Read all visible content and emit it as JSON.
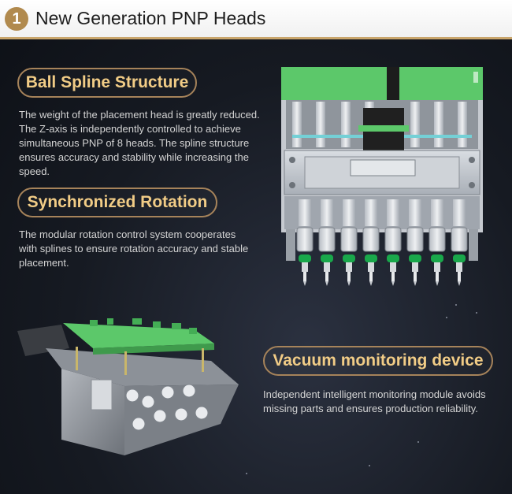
{
  "header": {
    "number": "1",
    "title": "New Generation PNP Heads"
  },
  "sections": {
    "ball_spline": {
      "title": "Ball Spline Structure",
      "lines": [
        "The weight of the placement head is greatly reduced.",
        "The Z-axis is independently controlled to achieve",
        "simultaneous PNP of 8 heads. The spline structure",
        "ensures accuracy and stability while increasing the",
        "speed."
      ]
    },
    "sync_rotation": {
      "title": "Synchronized Rotation",
      "lines": [
        "The modular rotation control system cooperates",
        "with splines to ensure rotation accuracy and stable",
        "placement."
      ]
    },
    "vacuum": {
      "title": "Vacuum monitoring device",
      "lines": [
        "Independent intelligent monitoring module avoids",
        "missing parts and ensures production reliability."
      ]
    }
  },
  "colors": {
    "accent_gold": "#b18a4e",
    "pill_text": "#f1cc86",
    "pcb_green": "#5cc86a"
  }
}
